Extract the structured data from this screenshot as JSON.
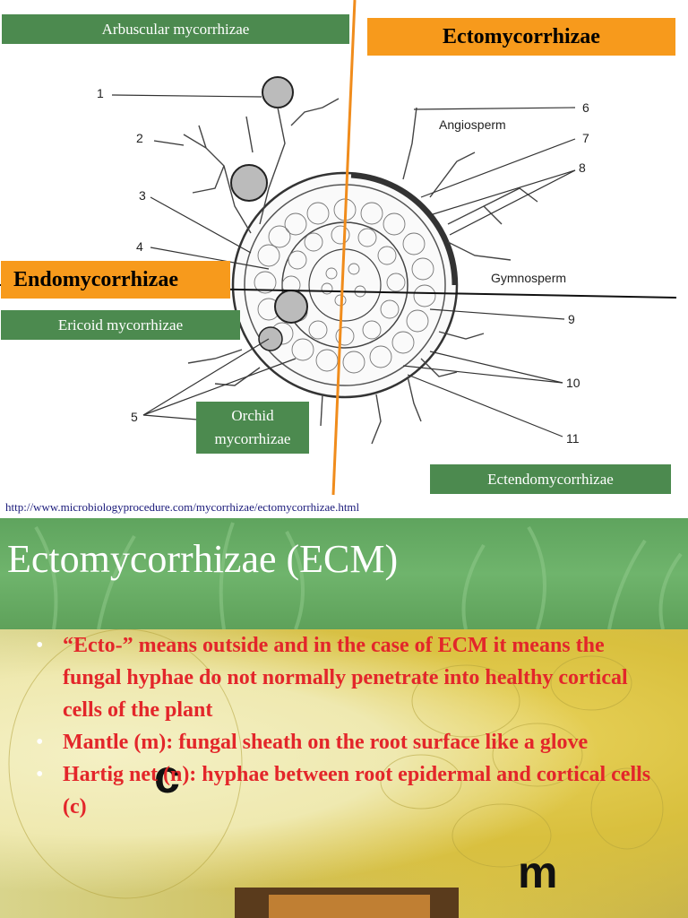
{
  "diagram": {
    "labels": {
      "arbuscular": "Arbuscular mycorrhizae",
      "ectomycorrhizae": "Ectomycorrhizae",
      "endomycorrhizae": "Endomycorrhizae",
      "ericoid": "Ericoid mycorrhizae",
      "orchid": "Orchid mycorrhizae",
      "ectendo": "Ectendomycorrhizae"
    },
    "numbers": [
      "1",
      "2",
      "3",
      "4",
      "5",
      "6",
      "7",
      "8",
      "9",
      "10",
      "11"
    ],
    "angiosperm": "Angiosperm",
    "gymnosperm": "Gymnosperm"
  },
  "source_url": "http://www.microbiologyprocedure.com/mycorrhizae/ectomycorrhizae.html",
  "slide": {
    "title": "Ectomycorrhizae (ECM)",
    "bullets": [
      "“Ecto-” means outside and in the case of ECM it means the fungal hyphae do not normally penetrate into healthy cortical cells of the plant",
      "Mantle (m): fungal sheath on the root surface like a glove",
      "Hartig net (n): hyphae between root epidermal and cortical cells (c)"
    ],
    "bullet_symbol": "•",
    "photo_labels": {
      "c": "c",
      "m": "m"
    }
  }
}
